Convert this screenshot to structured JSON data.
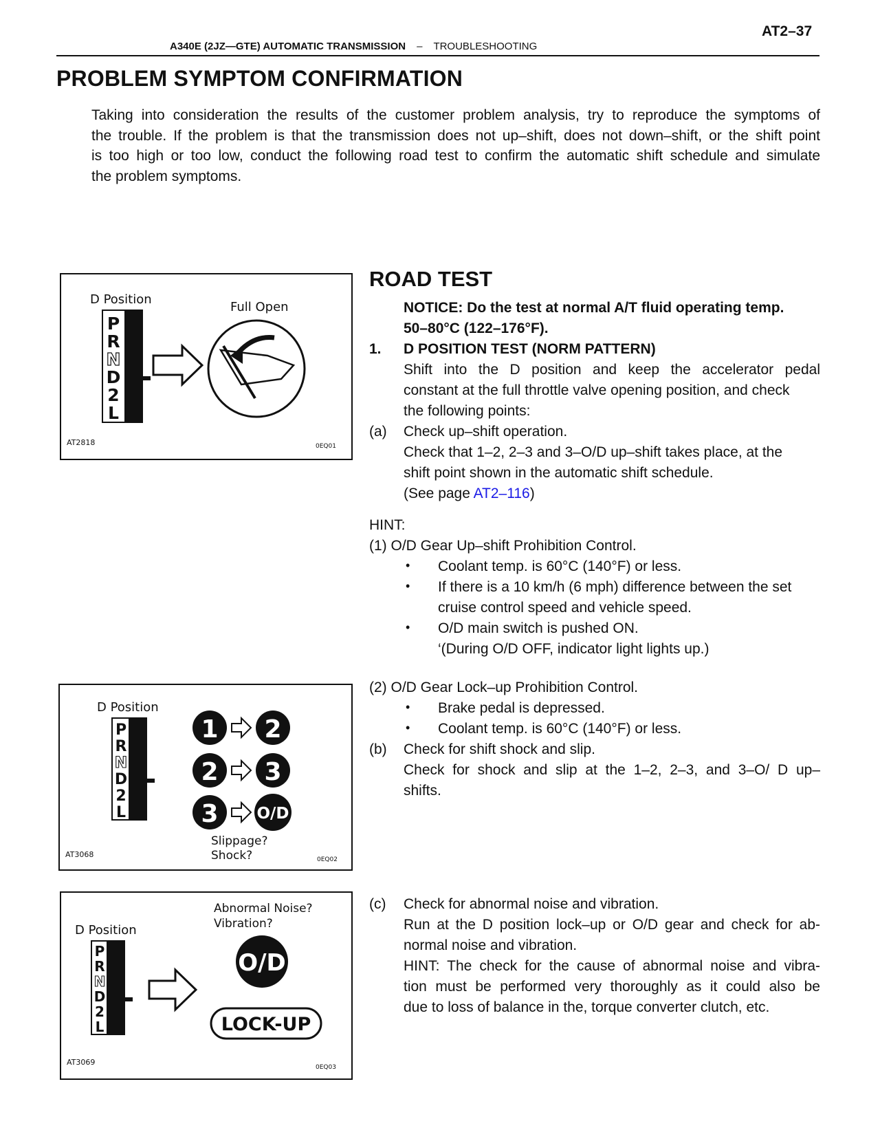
{
  "header": {
    "page_number": "AT2–37",
    "section": "A340E (2JZ—GTE) AUTOMATIC TRANSMISSION",
    "separator": "–",
    "subsection": "TROUBLESHOOTING"
  },
  "title": "PROBLEM SYMPTOM CONFIRMATION",
  "intro": {
    "l1": "Taking into consideration the results of the customer problem analysis, try to reproduce the symptoms of",
    "l2": "the trouble. If the problem is that the transmission does not up–shift, does not down–shift, or the shift point",
    "l3": "is too high or too low, conduct the following road test to confirm the automatic shift schedule and simulate",
    "l4": "the problem symptoms."
  },
  "road_test": {
    "title": "ROAD TEST",
    "notice_l1": "NOTICE: Do the test at normal A/T fluid operating temp.",
    "notice_l2": "50–80°C (122–176°F).",
    "step1_num": "1.",
    "step1_title": "D POSITION TEST (NORM PATTERN)",
    "step1_l1": "Shift into the D position and keep the accelerator pedal",
    "step1_l2": "constant at the full throttle valve opening position, and check",
    "step1_l3": "the following points:",
    "a_label": "(a)",
    "a_title": "Check up–shift operation.",
    "a_l1": "Check that 1–2, 2–3 and 3–O/D up–shift takes place, at the",
    "a_l2": "shift point shown in the automatic shift schedule.",
    "a_see_pre": "(See page ",
    "a_see_link": "AT2–116",
    "a_see_post": ")",
    "hint": "HINT:",
    "h1_title": "(1) O/D Gear Up–shift Prohibition Control.",
    "h1_b1": "Coolant temp. is 60°C (140°F) or less.",
    "h1_b2_l1": "If there is a 10 km/h (6 mph) difference between the set",
    "h1_b2_l2": "cruise control speed and vehicle speed.",
    "h1_b3_l1": "O/D main switch is pushed ON.",
    "h1_b3_l2": "‘(During O/D OFF, indicator light lights up.)",
    "h2_title": "(2) O/D Gear Lock–up Prohibition Control.",
    "h2_b1": "Brake pedal is depressed.",
    "h2_b2": "Coolant temp. is 60°C (140°F) or less.",
    "b_label": "(b)",
    "b_title": "Check for shift shock and slip.",
    "b_l1": "Check for shock and slip at the 1–2, 2–3, and 3–O/ D up–",
    "b_l2": "shifts.",
    "c_label": "(c)",
    "c_title": "Check for abnormal noise and vibration.",
    "c_l1": "Run at the D position lock–up or O/D gear and check for ab-",
    "c_l2": "normal noise and vibration.",
    "c_l3": "HINT: The check for the cause of abnormal noise and vibra-",
    "c_l4": "tion must be performed very thoroughly as it could also be",
    "c_l5": "due to loss of balance in the, torque converter clutch, etc.",
    "bullet": "•"
  },
  "figures": {
    "fig1": {
      "d_position": "D Position",
      "full_open": "Full Open",
      "code_left": "AT2818",
      "code_right": "0EQ01"
    },
    "fig2": {
      "d_position": "D Position",
      "slippage": "Slippage?",
      "shock": "Shock?",
      "code_left": "AT3068",
      "code_right": "0EQ02"
    },
    "fig3": {
      "d_position": "D Position",
      "abnormal_noise": "Abnormal Noise?",
      "vibration": "Vibration?",
      "od": "O/D",
      "lockup": "LOCK-UP",
      "code_left": "AT3069",
      "code_right": "0EQ03"
    },
    "gears": [
      "P",
      "R",
      "N",
      "D",
      "2",
      "L"
    ],
    "shift": {
      "g1": "1",
      "g2": "2",
      "g3": "3",
      "od": "O/D"
    }
  }
}
